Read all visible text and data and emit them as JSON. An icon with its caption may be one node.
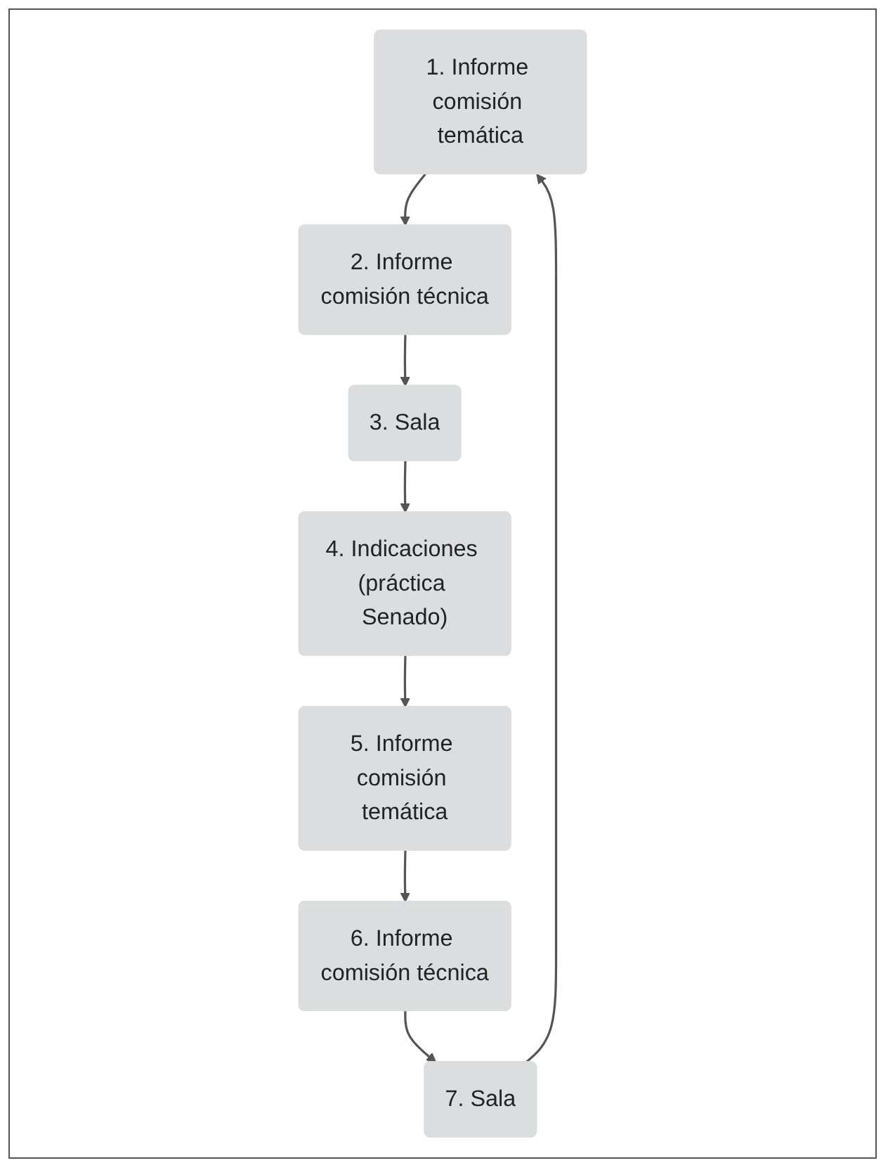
{
  "diagram": {
    "nodes": [
      {
        "text": [
          "1. Informe comisión temática"
        ]
      },
      {
        "text": [
          "2. Informe comisión técnica"
        ]
      },
      {
        "text": [
          "3. Sala"
        ]
      },
      {
        "text": [
          "4. Indicaciones (práctica Senado)"
        ]
      },
      {
        "text": [
          "5. Informe comisión temática"
        ]
      },
      {
        "text": [
          "6. Informe comisión técnica"
        ]
      },
      {
        "text": [
          "7. Sala"
        ]
      }
    ],
    "edges": [
      {
        "from": 0,
        "to": 1,
        "arrow": "to"
      },
      {
        "from": 1,
        "to": 2,
        "arrow": "to"
      },
      {
        "from": 2,
        "to": 3,
        "arrow": "to"
      },
      {
        "from": 3,
        "to": 4,
        "arrow": "to"
      },
      {
        "from": 4,
        "to": 5,
        "arrow": "to"
      },
      {
        "from": 5,
        "to": 6,
        "arrow": "to"
      },
      {
        "from": 6,
        "to": 0,
        "arrow": "to"
      }
    ]
  }
}
